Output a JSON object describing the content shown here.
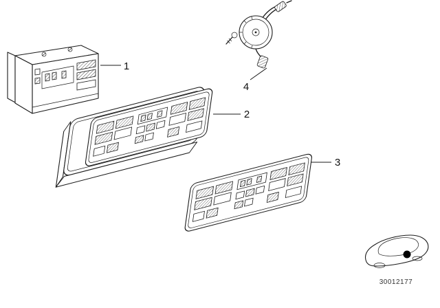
{
  "diagram": {
    "background_color": "#ffffff",
    "line_color": "#1a1a1a",
    "callouts": [
      {
        "label": "1"
      },
      {
        "label": "2"
      },
      {
        "label": "3"
      },
      {
        "label": "4"
      }
    ],
    "doc_number": "30012177",
    "icons": [
      {
        "name": "car-location-icon"
      },
      {
        "name": "screw-icon"
      }
    ]
  }
}
